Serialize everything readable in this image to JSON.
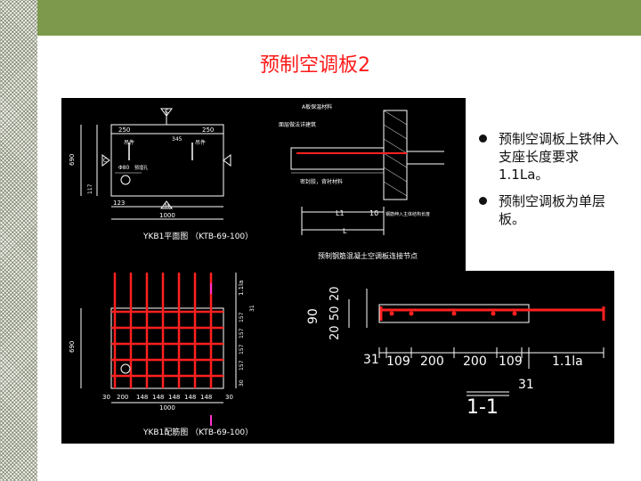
{
  "slide": {
    "title": "预制空调板2",
    "bullets": [
      "预制空调板上铁伸入支座长度要求1.1La。",
      "预制空调板为单层板。"
    ]
  },
  "plan": {
    "dims": [
      "250",
      "250",
      "345",
      "690",
      "117",
      "123",
      "1000",
      "Φ80"
    ],
    "labels": [
      "吊件",
      "吊件",
      "预埋孔"
    ],
    "caption": "YKB1平面图 （KTB-69-100）",
    "markers": [
      "C",
      "C",
      "M"
    ]
  },
  "node": {
    "labels": [
      "A板保温材料",
      "面层做法详建筑",
      "密封胶，背衬材料",
      "钢筋伸入主体结构长度"
    ],
    "dims": [
      "L1",
      "10",
      "L"
    ],
    "caption": "预制钢筋混凝土空调板连接节点"
  },
  "rebar": {
    "dims": [
      "30",
      "200",
      "148",
      "148",
      "148",
      "148",
      "148",
      "30",
      "1000",
      "690",
      "1.1la",
      "31",
      "157",
      "157",
      "157",
      "157",
      "30"
    ],
    "caption": "YKB1配筋图 （KTB-69-100）"
  },
  "section": {
    "vdims": [
      "90",
      "20",
      "50",
      "20"
    ],
    "hdims": [
      "31",
      "109",
      "200",
      "200",
      "109",
      "1.1la"
    ],
    "bottom_dim": "31",
    "caption": "1-1"
  },
  "colors": {
    "accent": "#ff1a1a",
    "bar": "#7d9a4c",
    "rebar": "#ff2020"
  }
}
